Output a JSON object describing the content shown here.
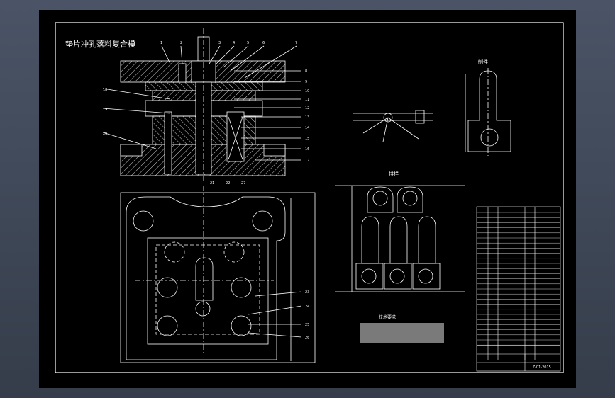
{
  "drawing": {
    "title": "垫片冲孔落料复合模",
    "views": {
      "part_label": "制件",
      "strip_label": "排样",
      "tech_requirements_label": "技术要求"
    },
    "callout_numbers": [
      "1",
      "2",
      "3",
      "4",
      "5",
      "6",
      "7",
      "8",
      "9",
      "10",
      "11",
      "12",
      "13",
      "14",
      "15",
      "16",
      "17",
      "18",
      "19",
      "20",
      "21",
      "22",
      "23",
      "24",
      "25",
      "26",
      "27"
    ],
    "title_block": {
      "drawing_number": "LZ-01-2015"
    }
  },
  "colors": {
    "background": "#000000",
    "border": "#ffffff",
    "line": "#ffffff",
    "hatch": "#d8d8d8",
    "canvas_frame": "#4a5466"
  }
}
